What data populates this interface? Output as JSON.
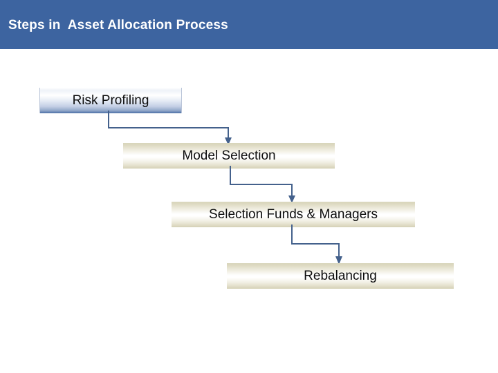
{
  "slide": {
    "title": "Steps in  Asset Allocation Process",
    "background_color": "#ffffff"
  },
  "theme": {
    "banner_color": "#3d64a0",
    "title_text_color": "#ffffff",
    "connector_color": "#44618c",
    "box_blue_accent": "#4a6ea5",
    "box_khaki_accent": "#d8d5bb",
    "box_text_color": "#0d0d0d"
  },
  "diagram": {
    "type": "flowchart",
    "orientation": "vertical-staircase",
    "steps": [
      {
        "order": 1,
        "label": "Risk Profiling",
        "style": "blue-gradient"
      },
      {
        "order": 2,
        "label": "Model Selection",
        "style": "khaki-gradient"
      },
      {
        "order": 3,
        "label": "Selection Funds & Managers",
        "style": "khaki-gradient"
      },
      {
        "order": 4,
        "label": "Rebalancing",
        "style": "khaki-gradient"
      }
    ],
    "connectors": [
      {
        "from": "Risk Profiling",
        "to": "Model Selection",
        "shape": "elbow-down-right-down",
        "arrowhead": "down"
      },
      {
        "from": "Model Selection",
        "to": "Selection Funds & Managers",
        "shape": "elbow-down-right-down",
        "arrowhead": "down"
      },
      {
        "from": "Selection Funds & Managers",
        "to": "Rebalancing",
        "shape": "elbow-down-right-down",
        "arrowhead": "down"
      }
    ]
  }
}
